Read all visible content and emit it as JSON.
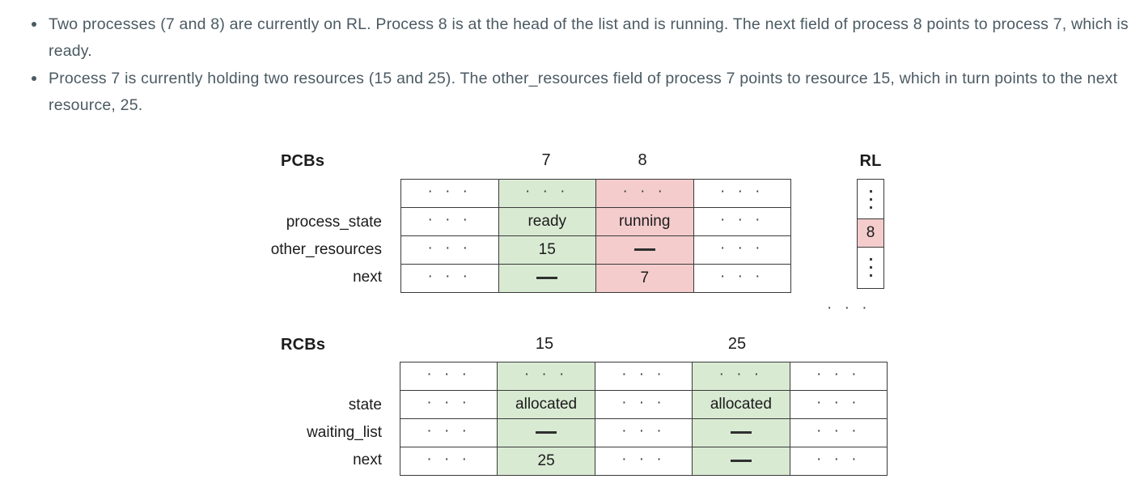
{
  "prose": {
    "bullets": [
      "Two processes (7 and 8) are currently on RL. Process 8 is at the head of the list and is running. The next field of process 8 points to process 7, which is ready.",
      "Process 7 is currently holding two resources (15 and 25). The other_resources field of process 7 points to resource 15, which in turn points to the next resource, 25."
    ]
  },
  "diagram": {
    "colors": {
      "green_highlight": "#d9ead3",
      "pink_highlight": "#f4cccc",
      "border": "#3a3a3a",
      "text": "#1b1b1b",
      "prose_text": "#4b5a63"
    },
    "pcb": {
      "title": "PCBs",
      "column_headers": [
        "",
        "7",
        "8",
        ""
      ],
      "row_labels": [
        "",
        "process_state",
        "other_resources",
        "next"
      ],
      "rows": [
        {
          "label": "",
          "cells": [
            {
              "text": "· · ·",
              "fill": "plain"
            },
            {
              "text": "· · ·",
              "fill": "green"
            },
            {
              "text": "· · ·",
              "fill": "pink"
            },
            {
              "text": "· · ·",
              "fill": "plain"
            }
          ]
        },
        {
          "label": "process_state",
          "cells": [
            {
              "text": "· · ·",
              "fill": "plain"
            },
            {
              "text": "ready",
              "fill": "green"
            },
            {
              "text": "running",
              "fill": "pink"
            },
            {
              "text": "· · ·",
              "fill": "plain"
            }
          ]
        },
        {
          "label": "other_resources",
          "cells": [
            {
              "text": "· · ·",
              "fill": "plain"
            },
            {
              "text": "15",
              "fill": "green"
            },
            {
              "text": "—",
              "fill": "pink"
            },
            {
              "text": "· · ·",
              "fill": "plain"
            }
          ]
        },
        {
          "label": "next",
          "cells": [
            {
              "text": "· · ·",
              "fill": "plain"
            },
            {
              "text": "—",
              "fill": "green"
            },
            {
              "text": "7",
              "fill": "pink"
            },
            {
              "text": "· · ·",
              "fill": "plain"
            }
          ]
        }
      ]
    },
    "rcb": {
      "title": "RCBs",
      "column_headers": [
        "",
        "15",
        "",
        "25",
        ""
      ],
      "row_labels": [
        "",
        "state",
        "waiting_list",
        "next"
      ],
      "rows": [
        {
          "label": "",
          "cells": [
            {
              "text": "· · ·",
              "fill": "plain"
            },
            {
              "text": "· · ·",
              "fill": "green"
            },
            {
              "text": "· · ·",
              "fill": "plain"
            },
            {
              "text": "· · ·",
              "fill": "green"
            },
            {
              "text": "· · ·",
              "fill": "plain"
            }
          ]
        },
        {
          "label": "state",
          "cells": [
            {
              "text": "· · ·",
              "fill": "plain"
            },
            {
              "text": "allocated",
              "fill": "green"
            },
            {
              "text": "· · ·",
              "fill": "plain"
            },
            {
              "text": "allocated",
              "fill": "green"
            },
            {
              "text": "· · ·",
              "fill": "plain"
            }
          ]
        },
        {
          "label": "waiting_list",
          "cells": [
            {
              "text": "· · ·",
              "fill": "plain"
            },
            {
              "text": "—",
              "fill": "green"
            },
            {
              "text": "· · ·",
              "fill": "plain"
            },
            {
              "text": "—",
              "fill": "green"
            },
            {
              "text": "· · ·",
              "fill": "plain"
            }
          ]
        },
        {
          "label": "next",
          "cells": [
            {
              "text": "· · ·",
              "fill": "plain"
            },
            {
              "text": "25",
              "fill": "green"
            },
            {
              "text": "· · ·",
              "fill": "plain"
            },
            {
              "text": "—",
              "fill": "green"
            },
            {
              "text": "· · ·",
              "fill": "plain"
            }
          ]
        }
      ]
    },
    "rl": {
      "title": "RL",
      "top_dots": 3,
      "entry": "8",
      "bottom_dots": 3,
      "below_ellipsis": "· · ·"
    }
  }
}
